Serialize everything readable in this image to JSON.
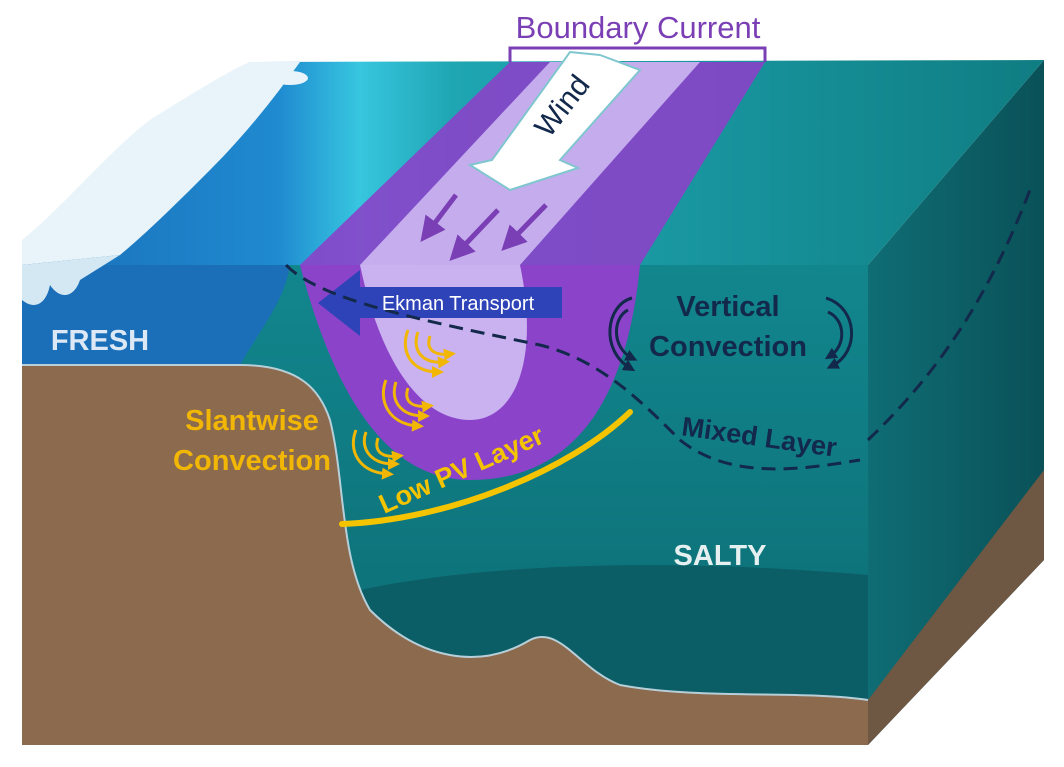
{
  "labels": {
    "boundary_current": "Boundary Current",
    "wind": "Wind",
    "ekman_transport": "Ekman Transport",
    "vertical_convection_line1": "Vertical",
    "vertical_convection_line2": "Convection",
    "fresh": "FRESH",
    "salty": "SALTY",
    "slantwise_line1": "Slantwise",
    "slantwise_line2": "Convection",
    "low_pv_layer": "Low PV Layer",
    "mixed_layer": "Mixed Layer"
  },
  "colors": {
    "boundary_current": "#7b3fb5",
    "slantwise": "#f2b705",
    "low_pv": "#f5c400",
    "navy": "#13294b",
    "fresh_text": "#dce8f5",
    "salty_text": "#e6f0f0",
    "ocean_front": "#0f7a82",
    "ocean_deep": "#0b5f66",
    "seabed": "#8b6a4d",
    "ice": "#e8f3fa",
    "purple_dark": "#8a43c9",
    "purple_light": "#c9b2ef"
  }
}
